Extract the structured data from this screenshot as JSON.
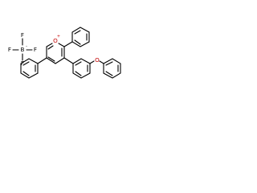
{
  "labels": {
    "fluorine": "F",
    "boron": "B",
    "oxygen": "O",
    "boron_charge": "-",
    "oxonium_charge": "+"
  },
  "colors": {
    "bond": "#000000",
    "oxygen": "#c40000",
    "text": "#000000"
  }
}
